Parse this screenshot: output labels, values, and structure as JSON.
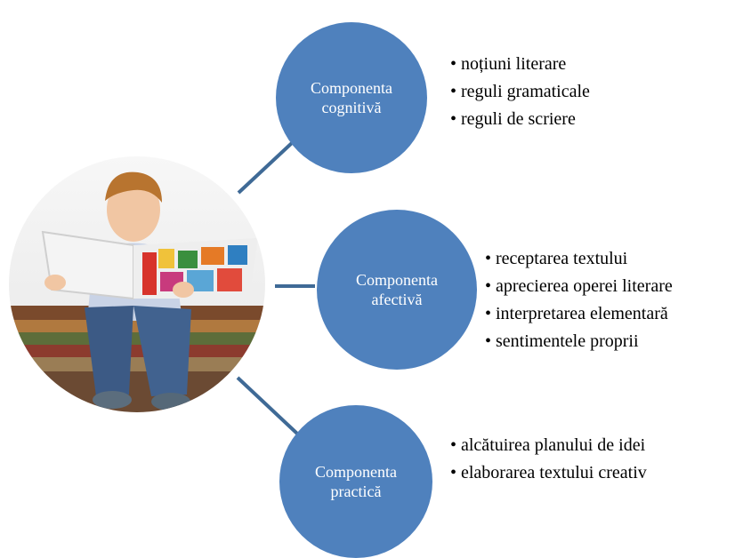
{
  "colors": {
    "circle_fill": "#4f81bd",
    "connector": "#3f6a96",
    "circle_text": "#ffffff",
    "bullet_text": "#000000"
  },
  "photo": {
    "icon": "child-reading-book-photo"
  },
  "components": [
    {
      "title_line1": "Componenta",
      "title_line2": "cognitivă",
      "bullets": [
        "noțiuni literare",
        "reguli gramaticale",
        "reguli de scriere"
      ]
    },
    {
      "title_line1": "Componenta",
      "title_line2": "afectivă",
      "bullets": [
        "receptarea textului",
        "aprecierea operei literare",
        "interpretarea elementară",
        "sentimentele proprii"
      ]
    },
    {
      "title_line1": "Componenta",
      "title_line2": "practică",
      "bullets": [
        "alcătuirea planului de idei",
        "elaborarea textului creativ"
      ]
    }
  ]
}
